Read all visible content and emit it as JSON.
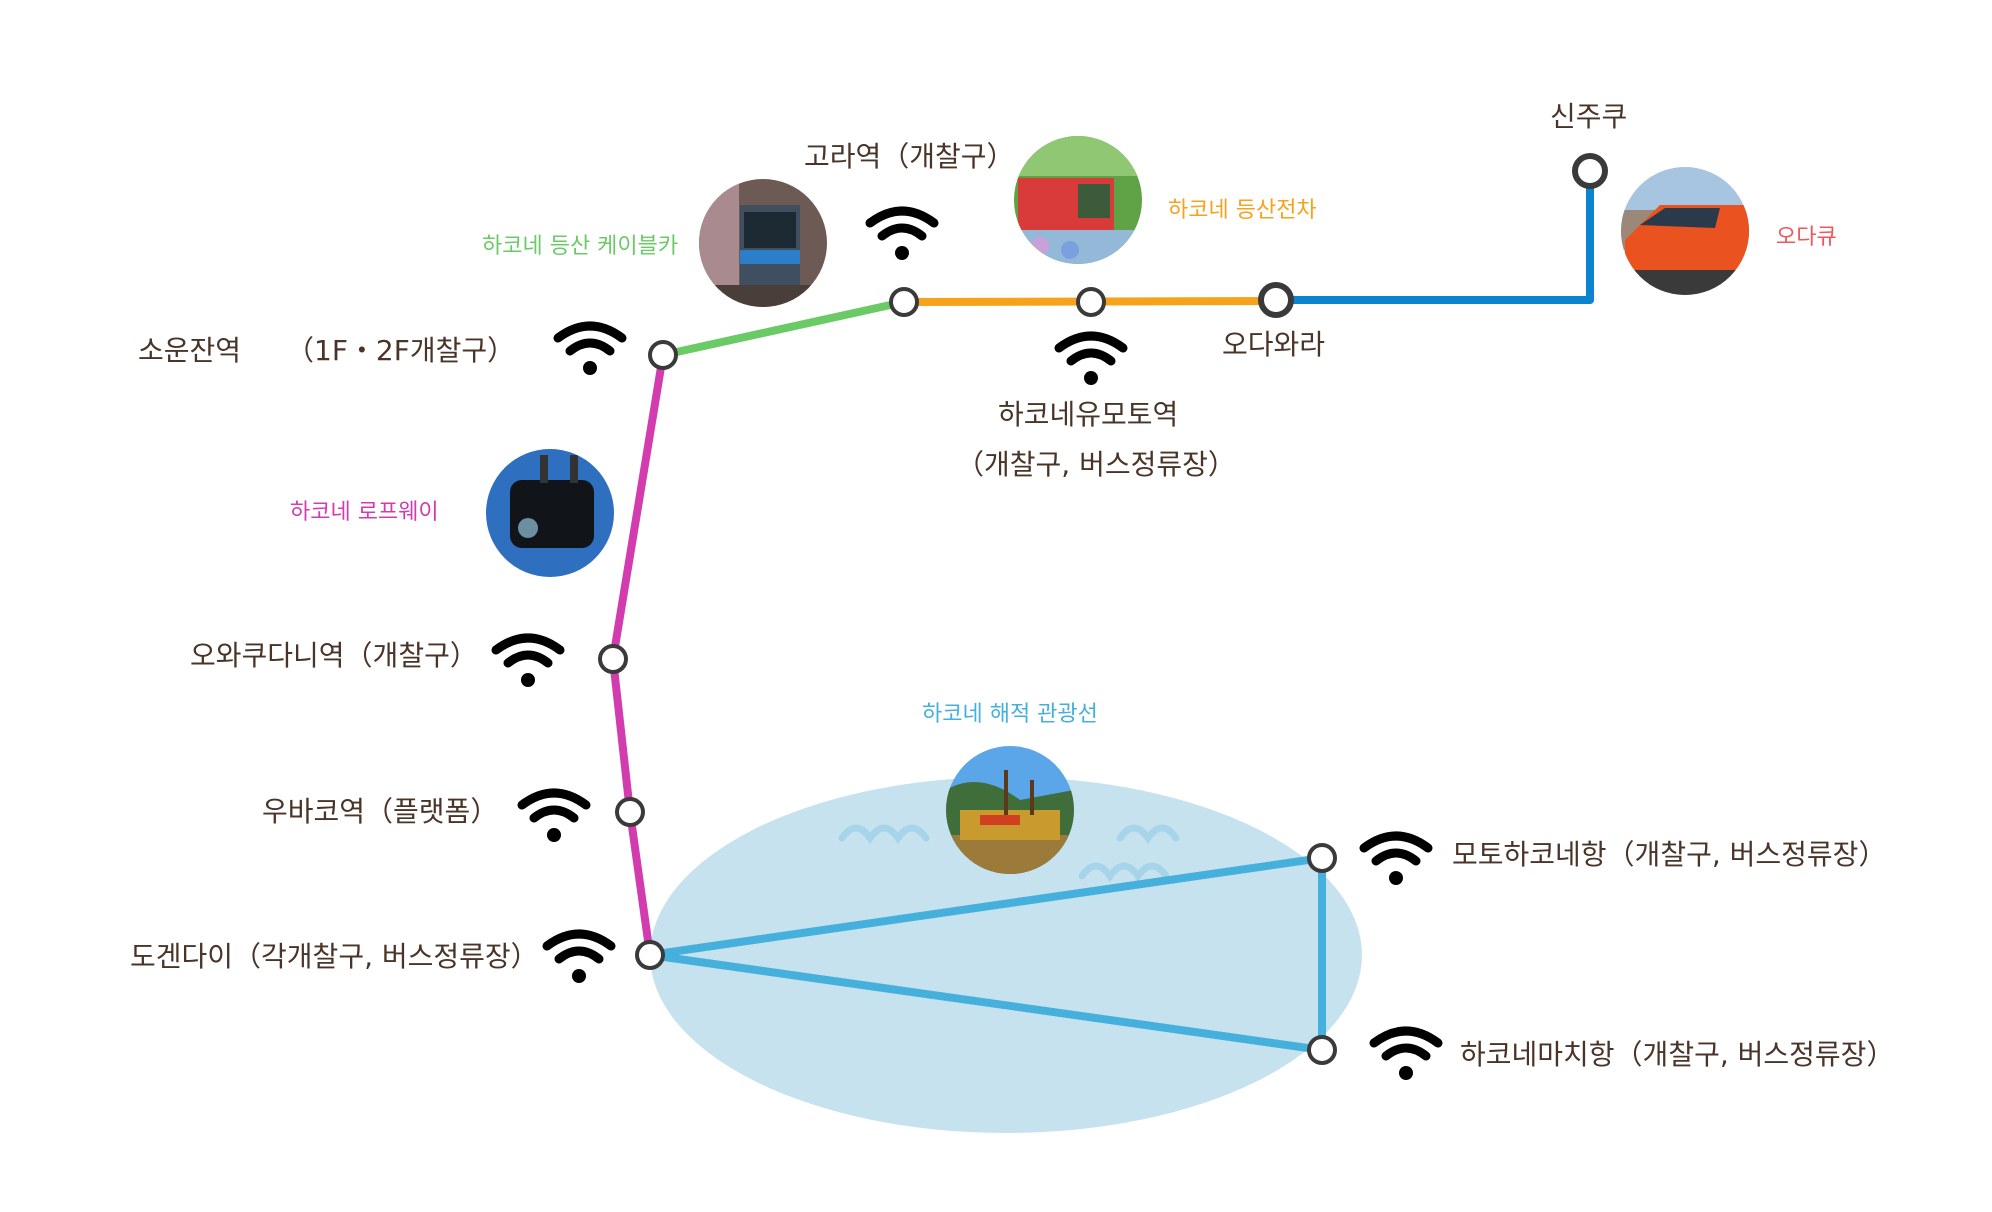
{
  "colors": {
    "text": "#4a3428",
    "cable_car": "#6acb66",
    "tram": "#f7a21b",
    "odakyu": "#0a84cf",
    "ropeway": "#d23caf",
    "cruise": "#45b0dc",
    "lake": "#c6e2ee",
    "node_stroke": "#3a3a3a",
    "odakyu_label": "#f0565c"
  },
  "lines": [
    {
      "id": "cable-car",
      "label": "하코네 등산 케이블카",
      "color": "#6acb66",
      "photo": "cable-car-photo"
    },
    {
      "id": "tram",
      "label": "하코네 등산전차",
      "color": "#f7a21b",
      "photo": "tram-photo"
    },
    {
      "id": "odakyu",
      "label": "오다큐",
      "color": "#f0565c",
      "photo": "odakyu-train-photo"
    },
    {
      "id": "ropeway",
      "label": "하코네 로프웨이",
      "color": "#d23caf",
      "photo": "ropeway-gondola-photo"
    },
    {
      "id": "cruise",
      "label": "하코네 해적 관광선",
      "color": "#45b0dc",
      "photo": "pirate-ship-photo"
    }
  ],
  "stations": {
    "shinjuku": {
      "name": "신주쿠",
      "wifi": false
    },
    "odawara": {
      "name": "오다와라",
      "wifi": false
    },
    "hakone_yumoto": {
      "name": "하코네유모토역",
      "detail": "（개찰구, 버스정류장）",
      "wifi": true
    },
    "gora": {
      "name": "고라역（개찰구）",
      "wifi": true
    },
    "sounzan": {
      "name": "소운잔역",
      "detail": "（1F・2F개찰구）",
      "wifi": true
    },
    "owakudani": {
      "name": "오와쿠다니역（개찰구）",
      "wifi": true
    },
    "ubako": {
      "name": "우바코역（플랫폼）",
      "wifi": true
    },
    "togendai": {
      "name": "도겐다이（각개찰구, 버스정류장）",
      "wifi": true
    },
    "motohakone": {
      "name": "모토하코네항（개찰구, 버스정류장）",
      "wifi": true
    },
    "hakonemachi": {
      "name": "하코네마치항（개찰구, 버스정류장）",
      "wifi": true
    }
  },
  "icons": {
    "wifi": "wifi-icon",
    "station": "station-node-icon",
    "wave": "wave-icon"
  }
}
